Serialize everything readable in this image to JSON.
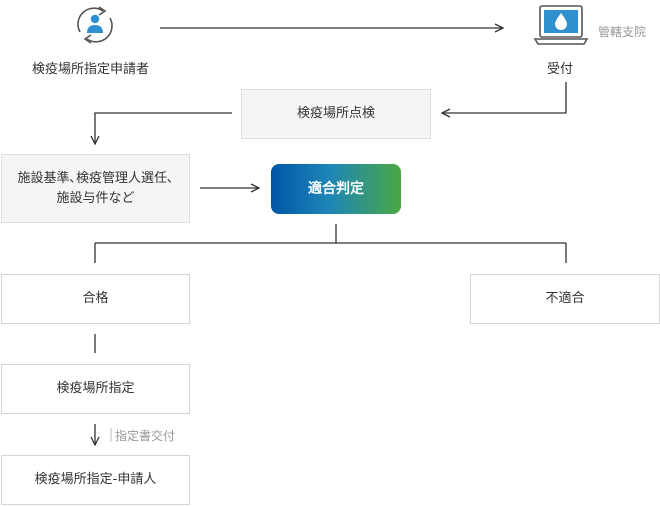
{
  "applicant": {
    "label": "検疫場所指定申請者",
    "icon": "person-refresh-icon"
  },
  "reception": {
    "label": "受付",
    "icon": "laptop-drop-icon",
    "side_note": "管轄支院"
  },
  "inspection": {
    "label": "検疫場所点検"
  },
  "criteria": {
    "line1": "施設基準､検疫管理人選任､",
    "line2": "施設与件など"
  },
  "decision": {
    "label": "適合判定"
  },
  "pass": {
    "label": "合格"
  },
  "fail": {
    "label": "不適合"
  },
  "designation": {
    "label": "検疫場所指定"
  },
  "certificate_note": {
    "label": "指定書交付"
  },
  "final": {
    "label": "検疫場所指定-申請人"
  },
  "colors": {
    "line": "#333333",
    "icon_blue": "#2f8fcf",
    "gradient_start": "#0056a6",
    "gradient_end": "#49a843"
  }
}
